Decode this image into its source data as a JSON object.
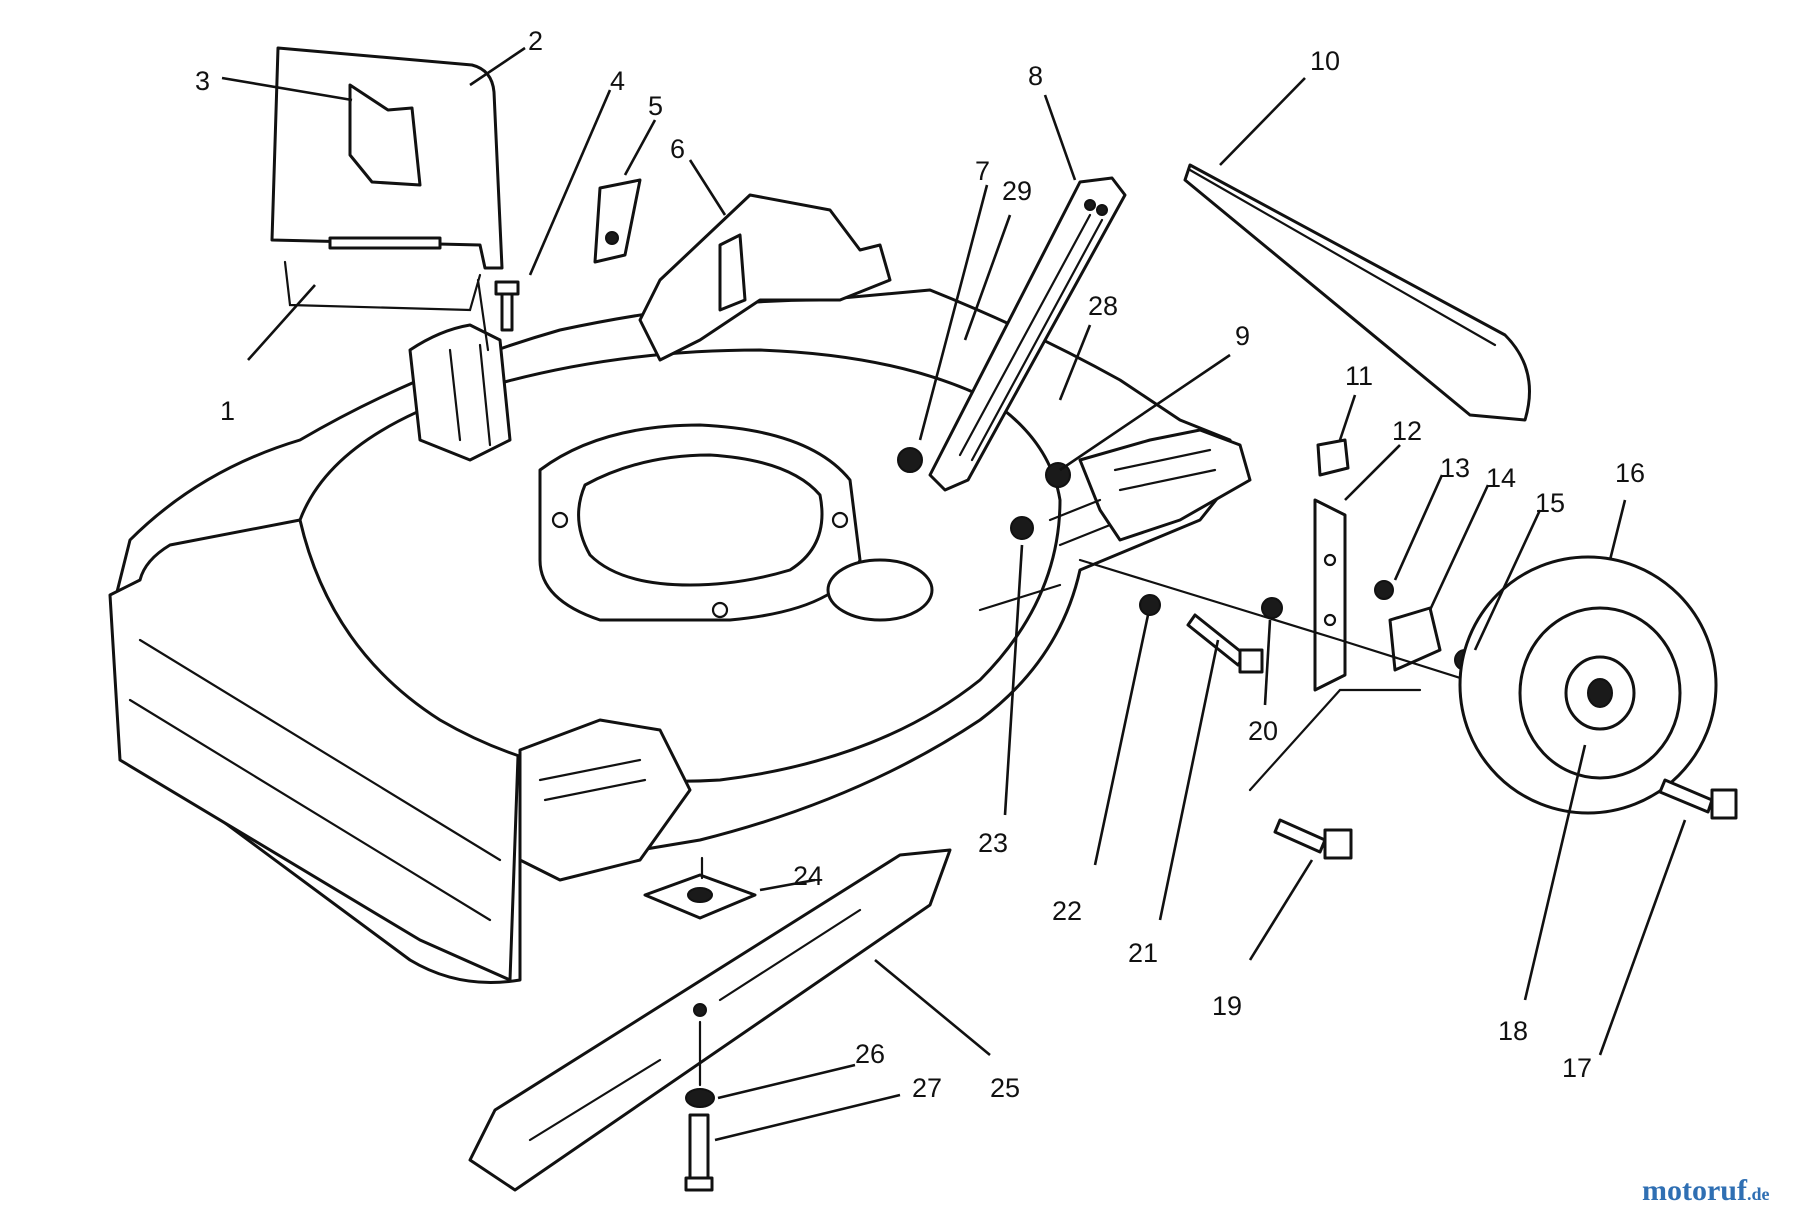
{
  "callouts": [
    {
      "id": "1",
      "text": "1"
    },
    {
      "id": "2",
      "text": "2"
    },
    {
      "id": "3",
      "text": "3"
    },
    {
      "id": "4",
      "text": "4"
    },
    {
      "id": "5",
      "text": "5"
    },
    {
      "id": "6",
      "text": "6"
    },
    {
      "id": "7",
      "text": "7"
    },
    {
      "id": "8",
      "text": "8"
    },
    {
      "id": "9",
      "text": "9"
    },
    {
      "id": "10",
      "text": "10"
    },
    {
      "id": "11",
      "text": "11"
    },
    {
      "id": "12",
      "text": "12"
    },
    {
      "id": "13",
      "text": "13"
    },
    {
      "id": "14",
      "text": "14"
    },
    {
      "id": "15",
      "text": "15"
    },
    {
      "id": "16",
      "text": "16"
    },
    {
      "id": "17",
      "text": "17"
    },
    {
      "id": "18",
      "text": "18"
    },
    {
      "id": "19",
      "text": "19"
    },
    {
      "id": "20",
      "text": "20"
    },
    {
      "id": "21",
      "text": "21"
    },
    {
      "id": "22",
      "text": "22"
    },
    {
      "id": "23",
      "text": "23"
    },
    {
      "id": "24",
      "text": "24"
    },
    {
      "id": "25",
      "text": "25"
    },
    {
      "id": "26",
      "text": "26"
    },
    {
      "id": "27",
      "text": "27"
    },
    {
      "id": "28",
      "text": "28"
    },
    {
      "id": "29",
      "text": "29"
    }
  ],
  "watermark": {
    "brand": "motoruf",
    "suffix": ".de",
    "color_primary": "#2f6fb3",
    "color_accent": "#e07b1a"
  }
}
